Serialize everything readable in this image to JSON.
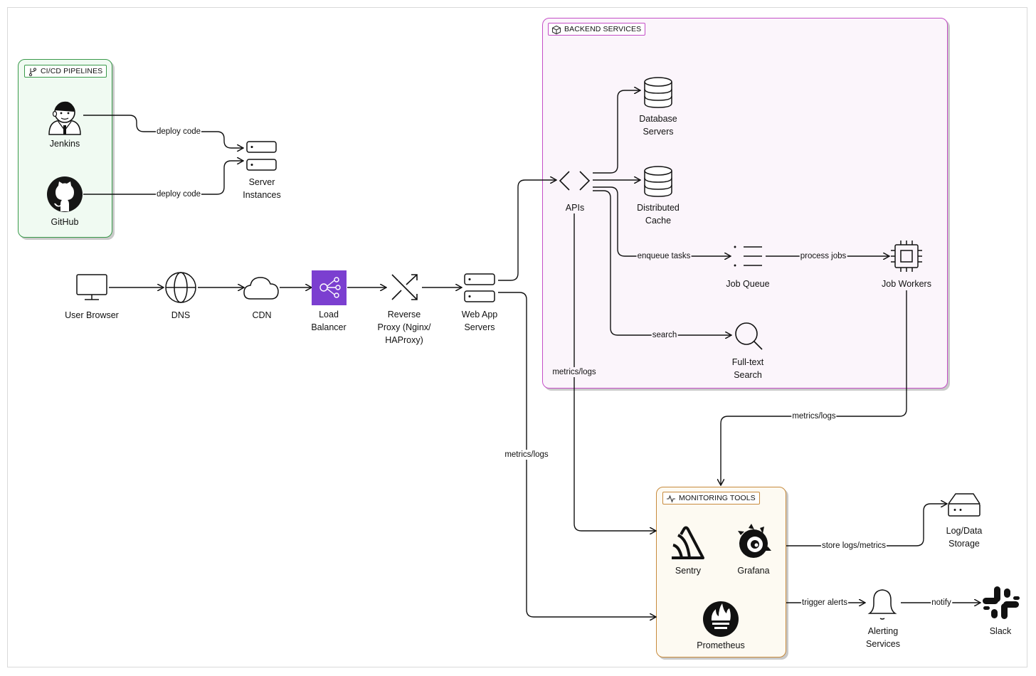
{
  "groups": {
    "cicd": "CI/CD PIPELINES",
    "backend": "BACKEND SERVICES",
    "monitoring": "MONITORING TOOLS"
  },
  "nodes": {
    "jenkins": "Jenkins",
    "github": "GitHub",
    "server_instances": "Server\nInstances",
    "user_browser": "User Browser",
    "dns": "DNS",
    "cdn": "CDN",
    "load_balancer": "Load\nBalancer",
    "reverse_proxy": "Reverse\nProxy (Nginx/\nHAProxy)",
    "web_app_servers": "Web App\nServers",
    "apis": "APIs",
    "database_servers": "Database\nServers",
    "distributed_cache": "Distributed\nCache",
    "job_queue": "Job Queue",
    "job_workers": "Job Workers",
    "full_text_search": "Full-text\nSearch",
    "sentry": "Sentry",
    "grafana": "Grafana",
    "prometheus": "Prometheus",
    "log_storage": "Log/Data\nStorage",
    "alerting_services": "Alerting\nServices",
    "slack": "Slack"
  },
  "edges": {
    "deploy_jenkins": "deploy code",
    "deploy_github": "deploy code",
    "enqueue_tasks": "enqueue tasks",
    "process_jobs": "process jobs",
    "search": "search",
    "metrics_apis": "metrics/logs",
    "metrics_web": "metrics/logs",
    "metrics_workers": "metrics/logs",
    "store_logs": "store logs/metrics",
    "trigger_alerts": "trigger alerts",
    "notify": "notify"
  },
  "colors": {
    "cicd_border": "#3a9a4b",
    "backend_border": "#c44ec7",
    "monitoring_border": "#c78a3c",
    "load_balancer_fill": "#7b3fd0"
  },
  "icons": {
    "jenkins": "jenkins-icon",
    "github": "github-icon",
    "server_instances": "server-icon",
    "user_browser": "monitor-icon",
    "dns": "globe-icon",
    "cdn": "cloud-icon",
    "load_balancer": "load-balancer-icon",
    "reverse_proxy": "shuffle-icon",
    "web_app_servers": "server-icon",
    "apis": "code-brackets-icon",
    "database_servers": "database-icon",
    "distributed_cache": "database-icon",
    "job_queue": "list-icon",
    "job_workers": "cpu-icon",
    "full_text_search": "search-icon",
    "sentry": "sentry-icon",
    "grafana": "grafana-icon",
    "prometheus": "prometheus-icon",
    "log_storage": "storage-drive-icon",
    "alerting_services": "bell-icon",
    "slack": "slack-icon"
  }
}
